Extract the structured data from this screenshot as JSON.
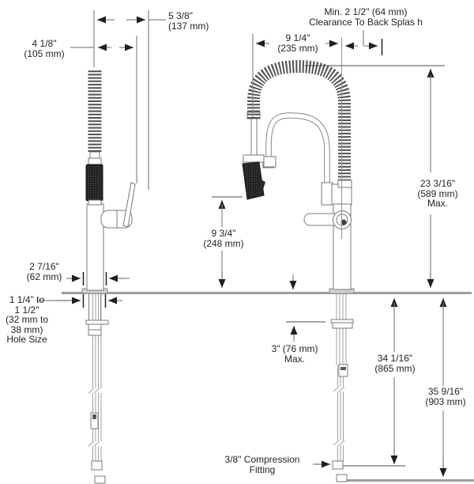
{
  "diagram": {
    "type": "faucet-installation-spec-drawing",
    "views": [
      "side-view-faucet",
      "front-view-faucet"
    ],
    "colors": {
      "line": "#77797b",
      "dimension_line": "#848688",
      "arrow": "#231f20",
      "countertop": "#9c9ea0",
      "spray_grip": "#1f1f1f",
      "text": "#231f20"
    },
    "labels": {
      "dim_5_3_8": {
        "lines": [
          "5 3/8\"",
          "(137 mm)"
        ]
      },
      "dim_4_1_8": {
        "lines": [
          "4 1/8\"",
          "(105 mm)"
        ]
      },
      "dim_9_1_4": {
        "lines": [
          "9 1/4\"",
          "(235 mm)"
        ]
      },
      "clearance": {
        "lines": [
          "Min. 2 1/2\" (64 mm)",
          "Clearance  To Back Splas h"
        ]
      },
      "dim_23_3_16": {
        "lines": [
          "23 3/16\"",
          "(589 mm)",
          "Max."
        ]
      },
      "dim_9_3_4": {
        "lines": [
          "9 3/4\"",
          "(248 mm)"
        ]
      },
      "dim_2_7_16": {
        "lines": [
          "2 7/16\"",
          "(62 mm)"
        ]
      },
      "hole_size": {
        "lines": [
          "1 1/4\" to",
          "1 1/2\"",
          "(32 mm to",
          "38 mm)",
          "Hole Size"
        ]
      },
      "dim_3_max": {
        "lines": [
          "3\" (76 mm)",
          "Max."
        ]
      },
      "dim_34_1_16": {
        "lines": [
          "34 1/16\"",
          "(865 mm)"
        ]
      },
      "dim_35_9_16": {
        "lines": [
          "35 9/16\"",
          "(903 mm)"
        ]
      },
      "compression": {
        "lines": [
          "3/8\" Compression",
          "Fitting"
        ]
      }
    },
    "dimensions_data": [
      {
        "name": "spout-reach-side",
        "value_in": "5 3/8\"",
        "value_mm": "137 mm"
      },
      {
        "name": "handle-reach-side",
        "value_in": "4 1/8\"",
        "value_mm": "105 mm"
      },
      {
        "name": "spray-reach-front",
        "value_in": "9 1/4\"",
        "value_mm": "235 mm"
      },
      {
        "name": "backsplash-clearance",
        "value_in": "Min. 2 1/2\"",
        "value_mm": "64 mm"
      },
      {
        "name": "overall-height-above-deck",
        "value_in": "23 3/16\"",
        "value_mm": "589 mm",
        "qualifier": "Max."
      },
      {
        "name": "spray-head-height",
        "value_in": "9 3/4\"",
        "value_mm": "248 mm"
      },
      {
        "name": "base-diameter",
        "value_in": "2 7/16\"",
        "value_mm": "62 mm"
      },
      {
        "name": "hole-size",
        "value_in": "1 1/4\" to 1 1/2\"",
        "value_mm": "32 mm to 38 mm"
      },
      {
        "name": "deck-thickness",
        "value_in": "3\"",
        "value_mm": "76 mm",
        "qualifier": "Max."
      },
      {
        "name": "supply-line-length",
        "value_in": "34 1/16\"",
        "value_mm": "865 mm"
      },
      {
        "name": "supply-line-overall",
        "value_in": "35 9/16\"",
        "value_mm": "903 mm"
      },
      {
        "name": "fitting-type",
        "value_in": "3/8\"",
        "note": "Compression Fitting"
      }
    ]
  }
}
